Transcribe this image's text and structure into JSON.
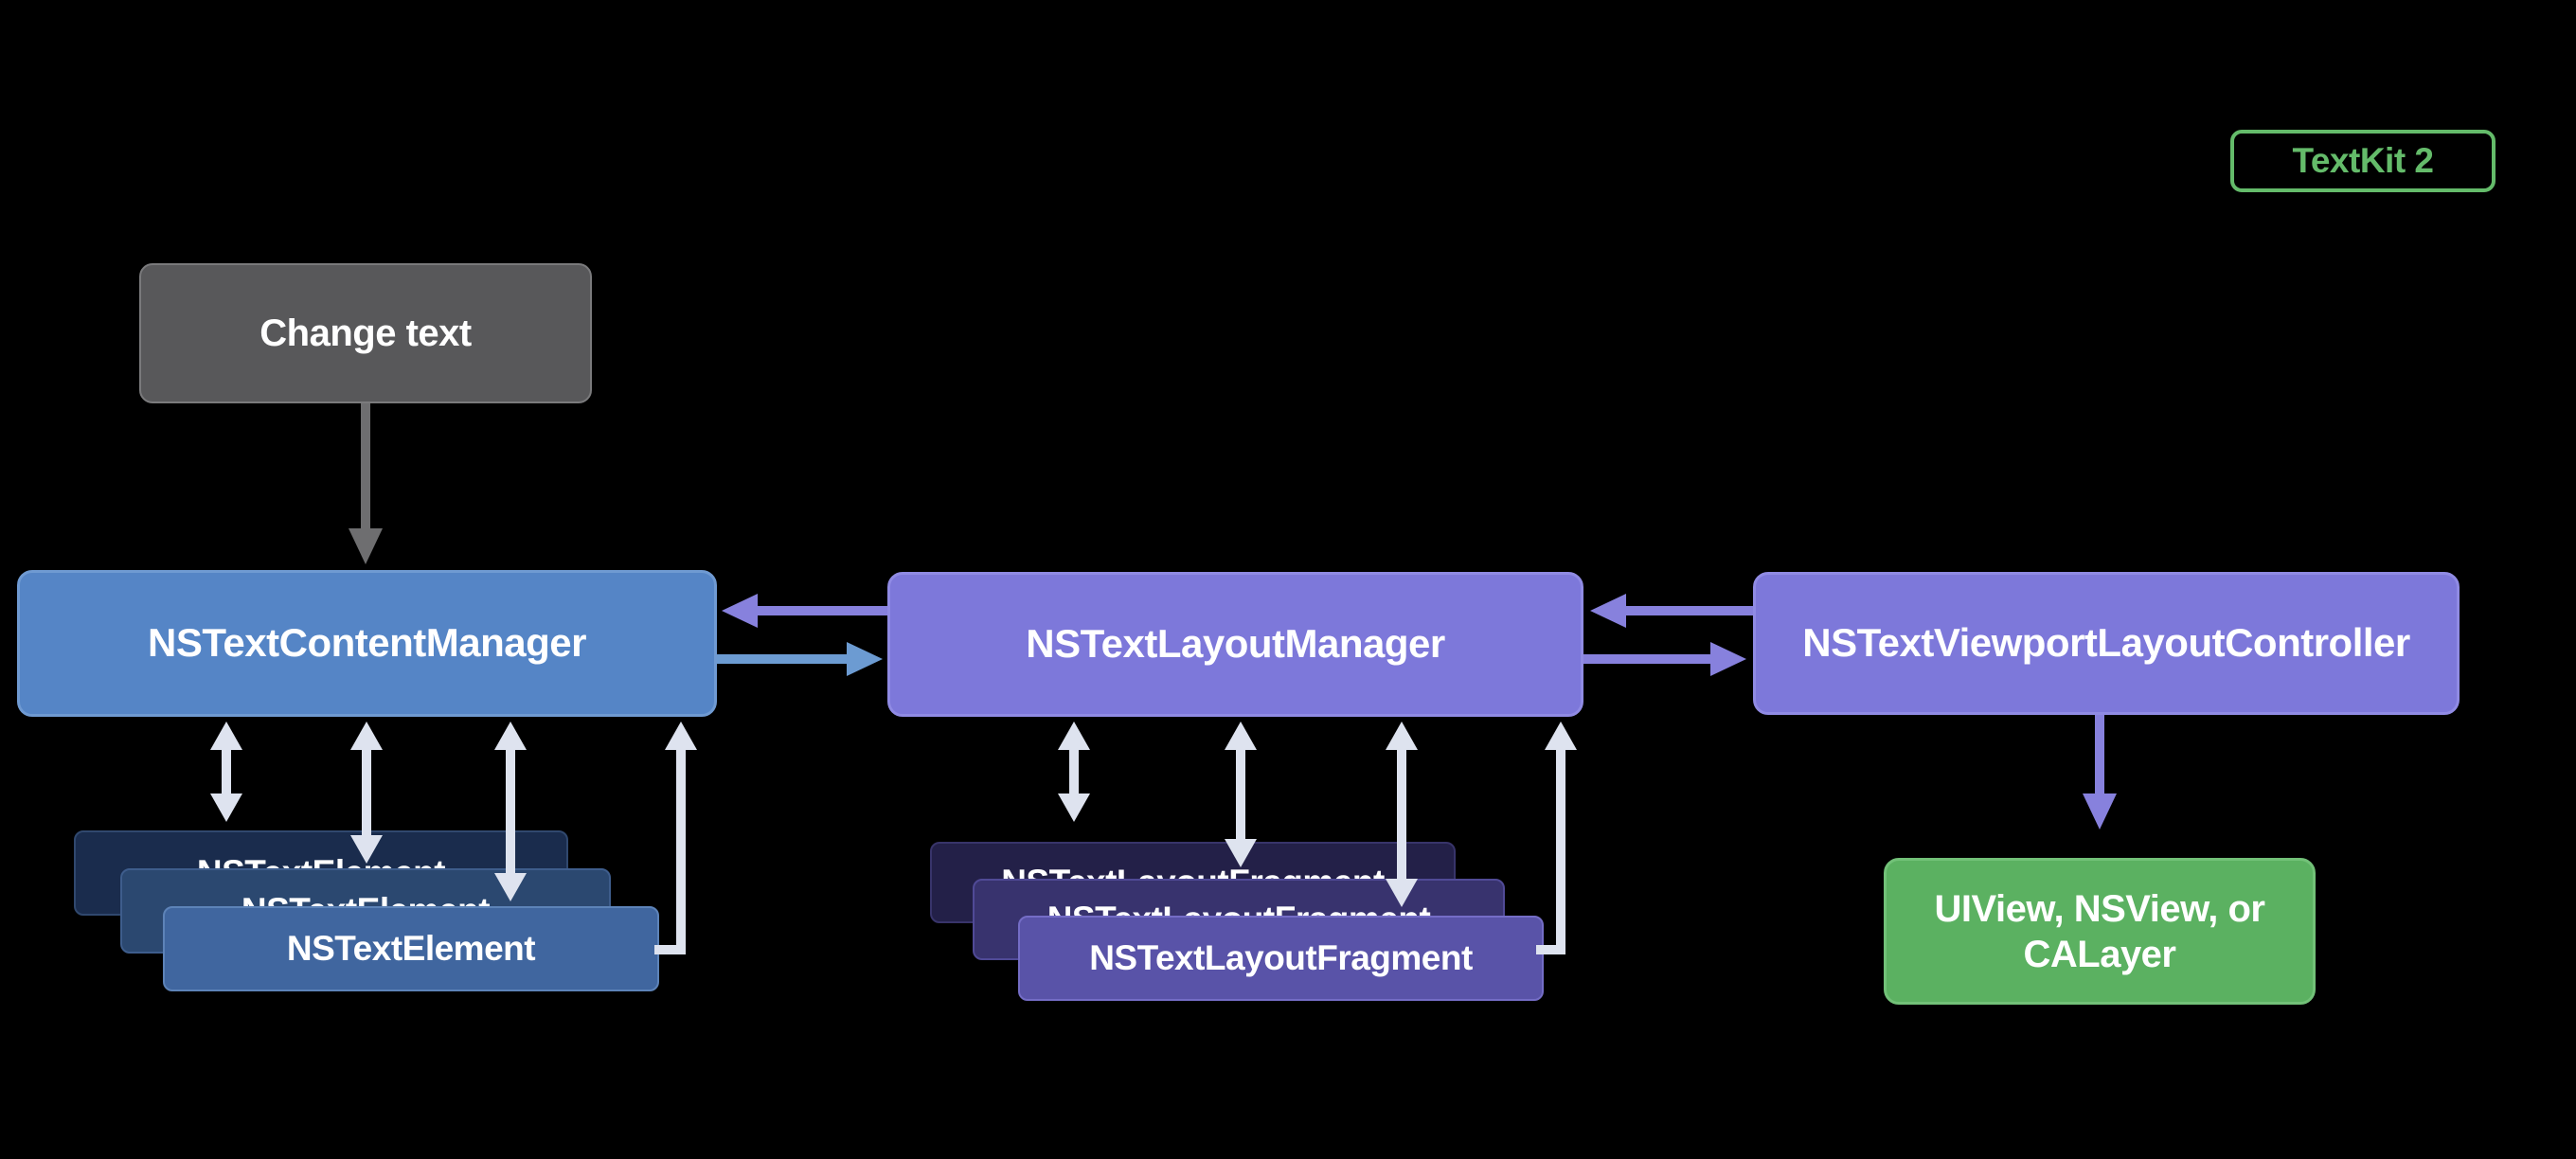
{
  "badge": {
    "label": "TextKit 2"
  },
  "nodes": {
    "change_text": {
      "label": "Change text"
    },
    "content_manager": {
      "label": "NSTextContentManager"
    },
    "layout_manager": {
      "label": "NSTextLayoutManager"
    },
    "viewport_controller": {
      "label": "NSTextViewportLayoutController"
    },
    "text_element": {
      "label": "NSTextElement"
    },
    "layout_fragment": {
      "label": "NSTextLayoutFragment"
    },
    "view_layer": {
      "label": "UIView, NSView, or CALayer"
    }
  },
  "colors": {
    "background": "#000000",
    "badge_green": "#64BB6A",
    "gray_box": "#58585A",
    "content_manager_blue": "#5585C6",
    "manager_purple": "#7D78DA",
    "element_back_blue": "#1A2C4D",
    "element_mid_blue": "#2B4870",
    "element_front_blue": "#40669F",
    "fragment_back_purple": "#232048",
    "fragment_mid_purple": "#38336E",
    "fragment_front_purple": "#5953A8",
    "view_green": "#5BB161",
    "arrow_gray": "#6E6E70",
    "arrow_purple": "#8781DD",
    "arrow_blue": "#6C9BD2",
    "arrow_white": "#DEE3EF"
  }
}
